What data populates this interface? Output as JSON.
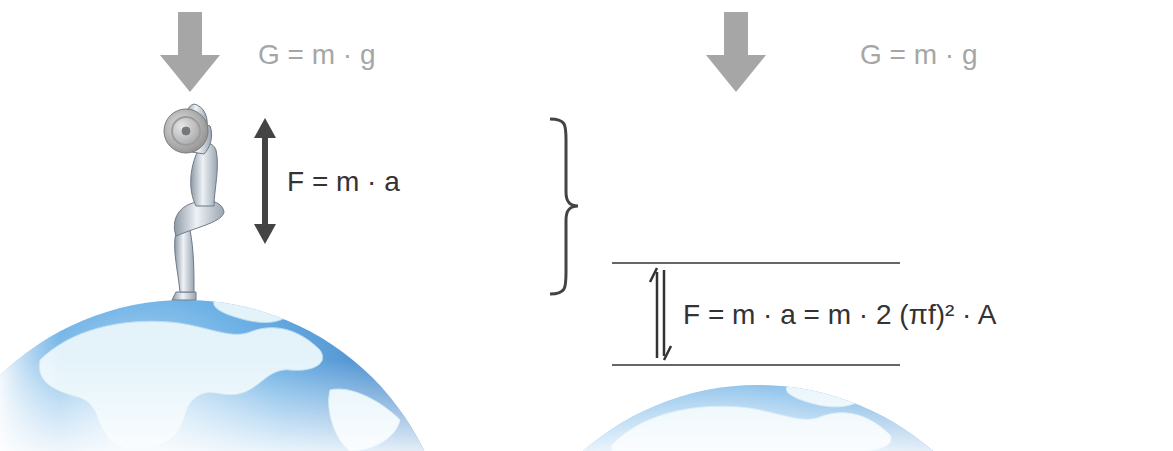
{
  "diagram": {
    "labels": [
      "G = m · g",
      "F = m · a",
      "G = m · g",
      "F = m · a = m · 2 (πf)² · A"
    ]
  }
}
